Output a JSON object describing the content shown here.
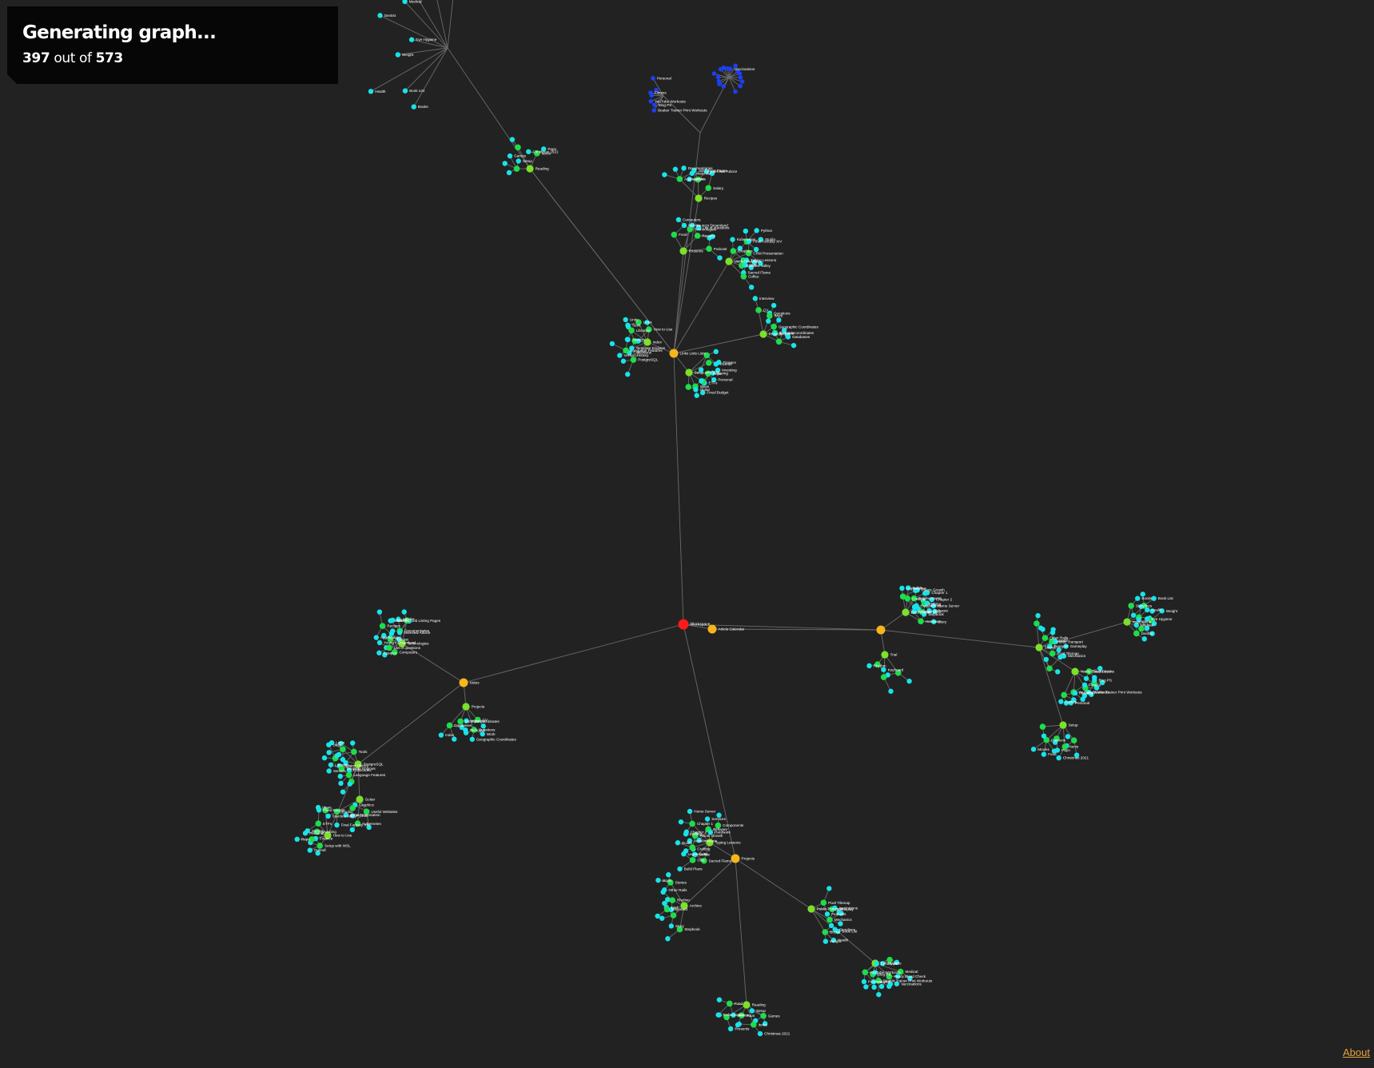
{
  "status": {
    "title": "Generating graph...",
    "done": "397",
    "of_text": "out of",
    "total": "573"
  },
  "footer": {
    "about": "About"
  },
  "colors": {
    "background": "#222222",
    "edge": "#6a6a6a",
    "root": "#ff1a1a",
    "hub": "#f5b51b",
    "branch": "#7be12a",
    "section": "#1edc4a",
    "page": "#19e3e8",
    "leaf": "#1d3ff2",
    "link": "#e6a23c"
  },
  "graph": {
    "root": "Workspace",
    "hubs": [
      "Links Lists Lists",
      "Article Calendar",
      "Notes",
      "Projects"
    ],
    "labels": [
      "Books",
      "Book List",
      "Health",
      "Weight",
      "Eye Hygiene",
      "Dentist",
      "Medical",
      "Yearly Blood Check",
      "Vaccinations",
      "Beaker Trainer Print Workouts",
      "Blog PS",
      "YouTube Workouts",
      "Fitness",
      "Personal",
      "Reading",
      "Games",
      "Setup",
      "Items",
      "Christmas 2021",
      "Papo",
      "Presents",
      "Food",
      "Movies",
      "Technologies",
      "Computers",
      "List of questions",
      "Recipes",
      "Young's Dreamland",
      "Podcast",
      "Recipes",
      "Aggregation",
      "Documentaries",
      "Watchlist",
      "Articles",
      "Job Listing Pages",
      "Interview Advice",
      "Salary",
      "Projects",
      "CV",
      "Interview",
      "Questions",
      "Work",
      "Geographic Coordinates",
      "Example coordinates",
      "Technical",
      "Databases",
      "Index",
      "PostgreSQL",
      "Collections",
      "Language Features",
      "Version History",
      "Template Engines",
      "Libraries",
      "Servers",
      "Unity",
      "Linux",
      "Tools",
      "How to Use",
      "Setup with WSL",
      "Overall",
      "Finance",
      "Repo",
      "Investing",
      "Personal",
      "ETFs",
      "Saving",
      "Fixed Budget",
      "Ideas",
      "Guitar",
      "Useful Websites",
      "Graphics",
      "Kubernetes",
      "Python",
      "Studio",
      "CRM Presentation",
      "Final Fantasy XIV",
      "Stardew Valley",
      "Typing Lessons",
      "Sacred Flame",
      "Coffee",
      "Ollie",
      "Build Plans",
      "Legendaries",
      "Crafting",
      "Builds",
      "Achievements",
      "Plants Growth",
      "Fishing",
      "Chapter 1",
      "Chapter 2",
      "Home Server",
      "Software",
      "Services",
      "Components",
      "Hardware",
      "Archive",
      "Stepbook",
      "Story",
      "Trial",
      "Keyboard",
      "Rhythm",
      "Stories",
      "Other Rails",
      "Mods",
      "Public Transport",
      "Pixel Tilemap",
      "Features",
      "Gameplay",
      "Mechanics",
      "Inspirations",
      "Storylines"
    ]
  }
}
